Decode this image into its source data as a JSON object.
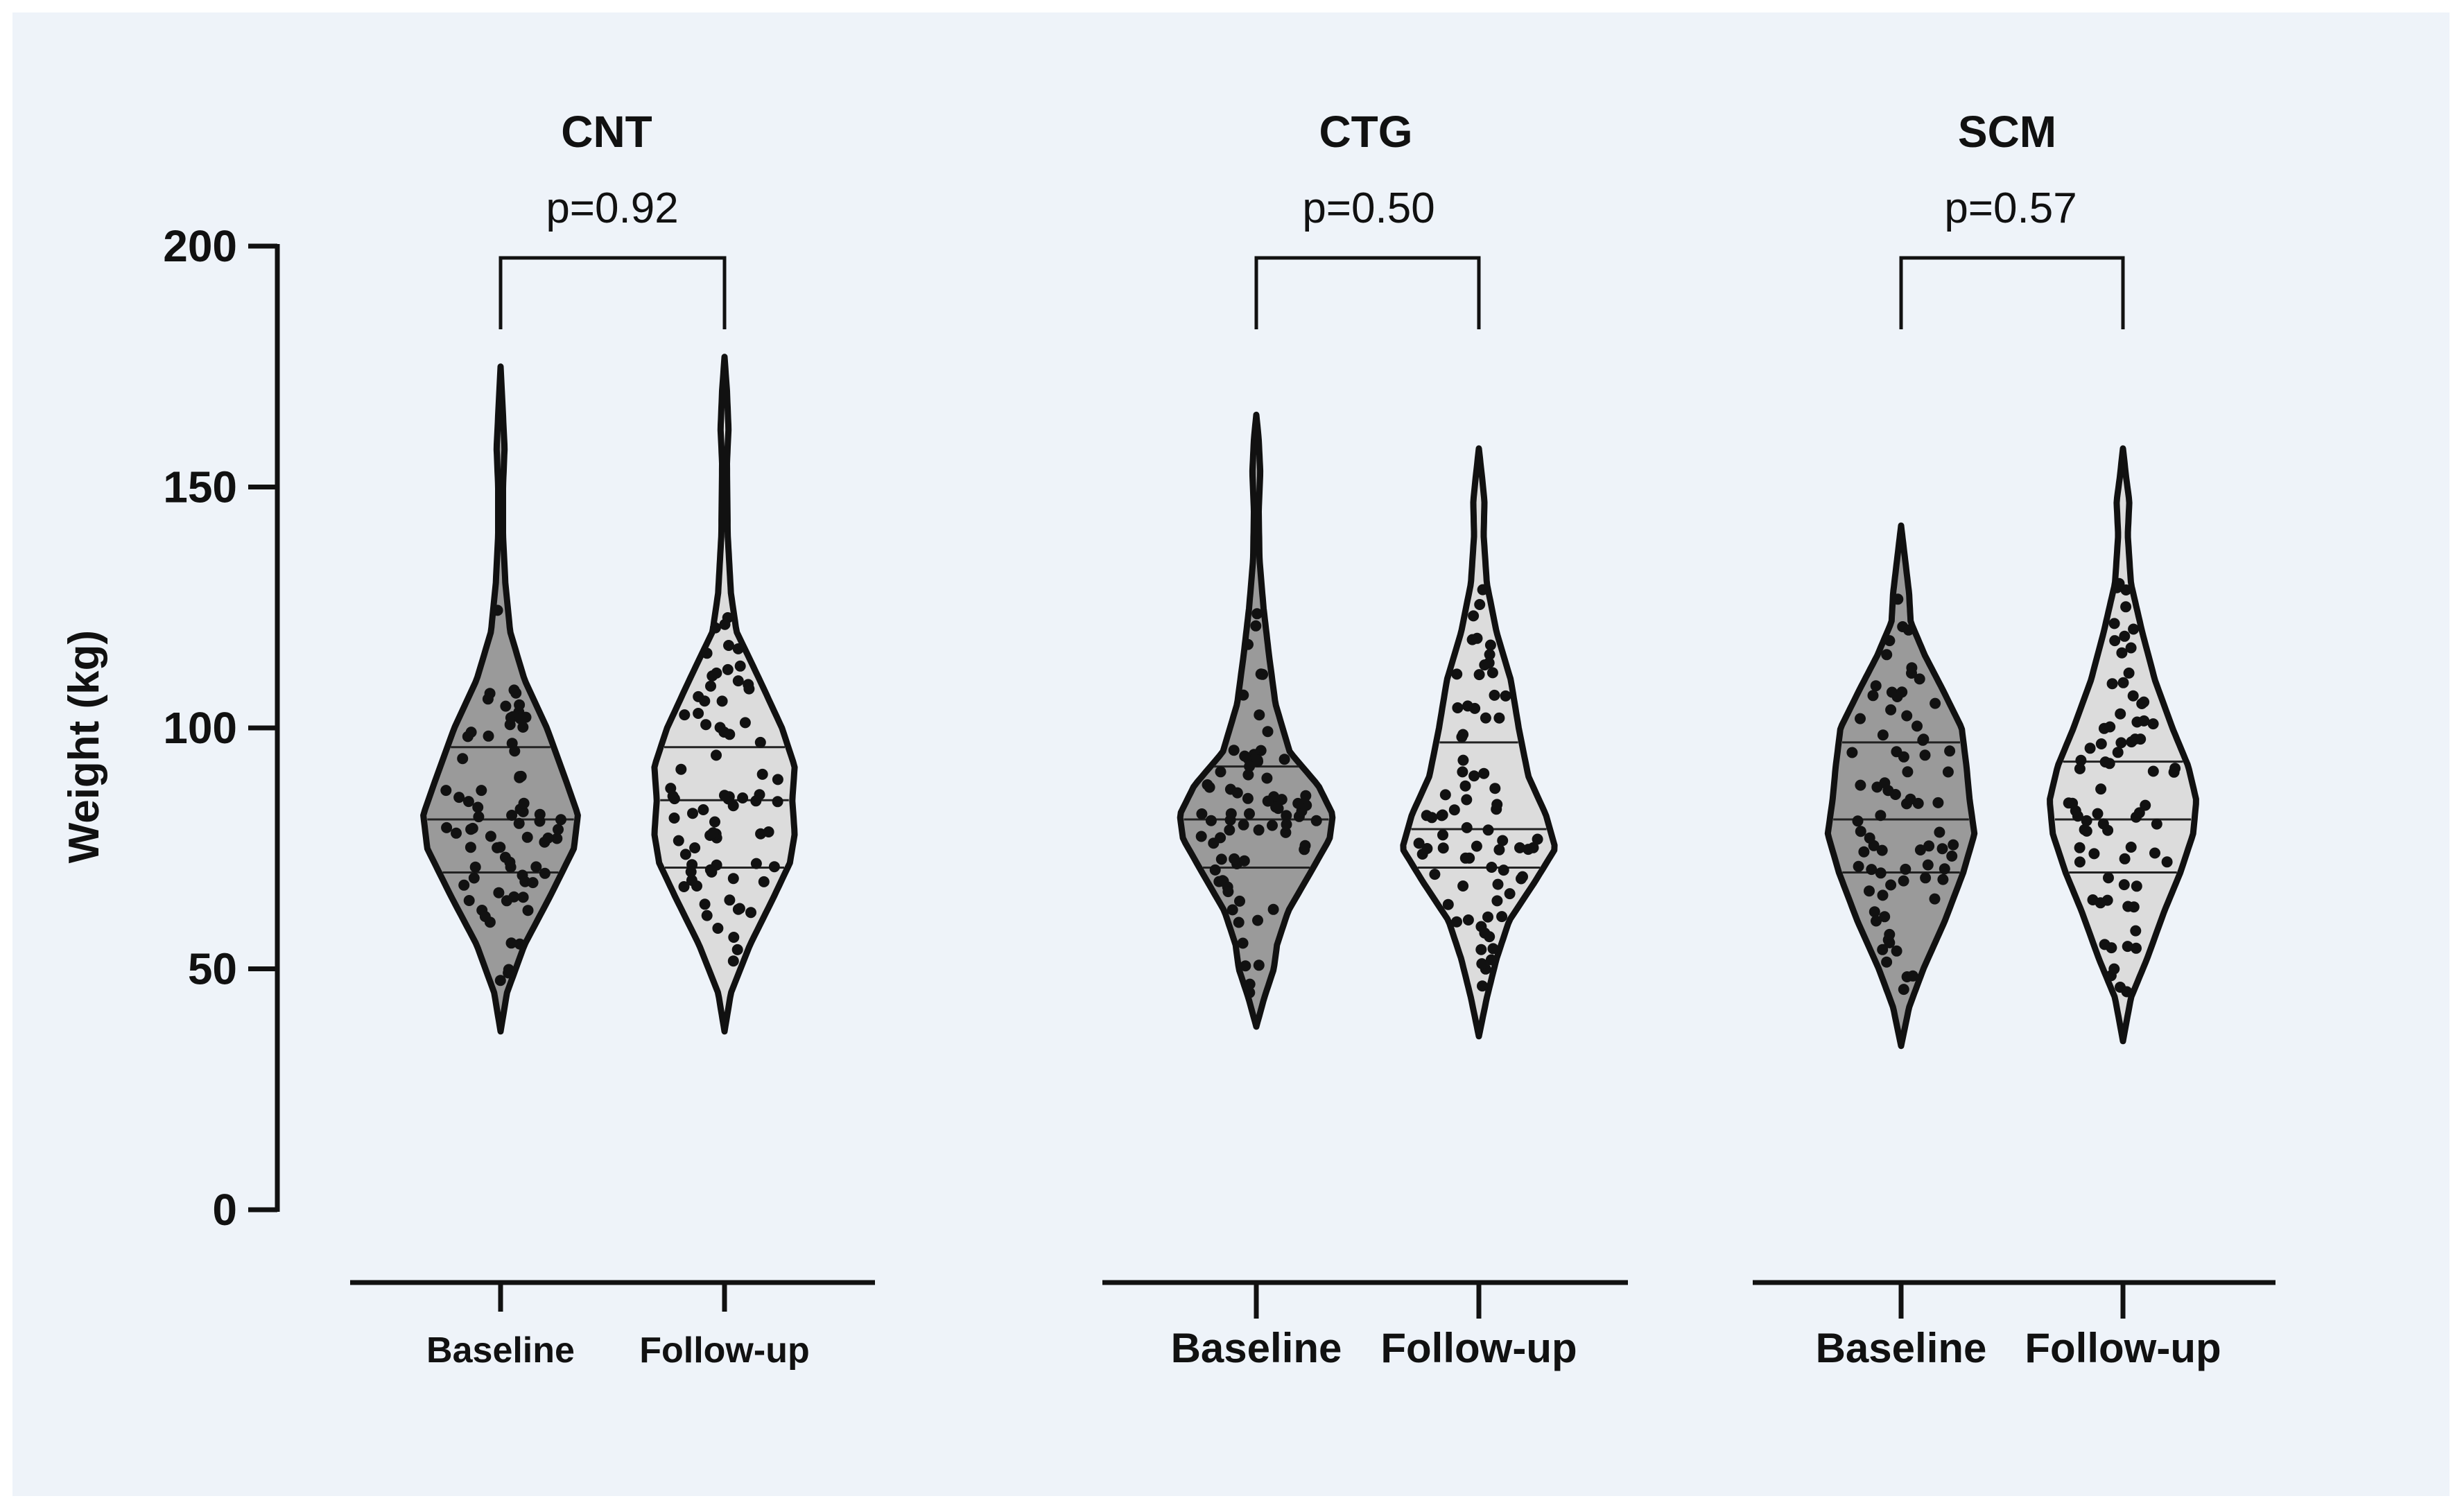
{
  "chart_data": {
    "type": "violin",
    "ylabel": "Weight (kg)",
    "ylim": [
      0,
      200
    ],
    "yticks": [
      "0",
      "50",
      "100",
      "150",
      "200"
    ],
    "yticks_values": [
      0,
      50,
      100,
      150,
      200
    ],
    "grid": false,
    "colors": {
      "background": "#eef3f9",
      "baseline_fill": "#9a9a9a",
      "followup_fill": "#dcdcdc",
      "outline": "#111111",
      "points": "#111111"
    },
    "groups": [
      {
        "title": "CNT",
        "pvalue": "p=0.92",
        "violins": [
          {
            "label": "Baseline",
            "min": 37,
            "max": 175,
            "q1": 70,
            "median": 81,
            "q3": 96,
            "shape": [
              [
                37,
                0.0
              ],
              [
                45,
                0.08
              ],
              [
                55,
                0.3
              ],
              [
                65,
                0.62
              ],
              [
                75,
                0.92
              ],
              [
                82,
                0.97
              ],
              [
                90,
                0.8
              ],
              [
                100,
                0.58
              ],
              [
                110,
                0.3
              ],
              [
                120,
                0.12
              ],
              [
                130,
                0.06
              ],
              [
                140,
                0.03
              ],
              [
                150,
                0.03
              ],
              [
                158,
                0.05
              ],
              [
                165,
                0.03
              ],
              [
                175,
                0.0
              ]
            ]
          },
          {
            "label": "Follow-up",
            "min": 37,
            "max": 177,
            "q1": 71,
            "median": 85,
            "q3": 96,
            "shape": [
              [
                37,
                0.0
              ],
              [
                45,
                0.08
              ],
              [
                55,
                0.32
              ],
              [
                65,
                0.62
              ],
              [
                72,
                0.82
              ],
              [
                78,
                0.88
              ],
              [
                85,
                0.85
              ],
              [
                92,
                0.88
              ],
              [
                100,
                0.72
              ],
              [
                110,
                0.44
              ],
              [
                120,
                0.15
              ],
              [
                128,
                0.08
              ],
              [
                140,
                0.04
              ],
              [
                155,
                0.03
              ],
              [
                162,
                0.05
              ],
              [
                170,
                0.03
              ],
              [
                177,
                0.0
              ]
            ]
          }
        ]
      },
      {
        "title": "CTG",
        "pvalue": "p=0.50",
        "violins": [
          {
            "label": "Baseline",
            "min": 38,
            "max": 165,
            "q1": 71,
            "median": 81,
            "q3": 92,
            "shape": [
              [
                38,
                0.0
              ],
              [
                44,
                0.1
              ],
              [
                50,
                0.22
              ],
              [
                55,
                0.26
              ],
              [
                62,
                0.4
              ],
              [
                70,
                0.68
              ],
              [
                77,
                0.92
              ],
              [
                82,
                0.96
              ],
              [
                88,
                0.78
              ],
              [
                95,
                0.42
              ],
              [
                105,
                0.24
              ],
              [
                115,
                0.16
              ],
              [
                125,
                0.09
              ],
              [
                135,
                0.04
              ],
              [
                145,
                0.03
              ],
              [
                153,
                0.05
              ],
              [
                160,
                0.03
              ],
              [
                165,
                0.0
              ]
            ]
          },
          {
            "label": "Follow-up",
            "min": 36,
            "max": 158,
            "q1": 71,
            "median": 79,
            "q3": 97,
            "shape": [
              [
                36,
                0.0
              ],
              [
                44,
                0.1
              ],
              [
                52,
                0.22
              ],
              [
                60,
                0.38
              ],
              [
                68,
                0.7
              ],
              [
                75,
                0.96
              ],
              [
                82,
                0.84
              ],
              [
                90,
                0.62
              ],
              [
                100,
                0.5
              ],
              [
                110,
                0.4
              ],
              [
                120,
                0.22
              ],
              [
                130,
                0.1
              ],
              [
                140,
                0.06
              ],
              [
                147,
                0.07
              ],
              [
                152,
                0.04
              ],
              [
                158,
                0.0
              ]
            ]
          }
        ]
      },
      {
        "title": "SCM",
        "pvalue": "p=0.57",
        "violins": [
          {
            "label": "Baseline",
            "min": 34,
            "max": 142,
            "q1": 70,
            "median": 81,
            "q3": 97,
            "shape": [
              [
                34,
                0.0
              ],
              [
                42,
                0.1
              ],
              [
                50,
                0.28
              ],
              [
                60,
                0.55
              ],
              [
                70,
                0.78
              ],
              [
                78,
                0.92
              ],
              [
                85,
                0.86
              ],
              [
                92,
                0.82
              ],
              [
                100,
                0.76
              ],
              [
                108,
                0.52
              ],
              [
                115,
                0.3
              ],
              [
                122,
                0.12
              ],
              [
                128,
                0.1
              ],
              [
                135,
                0.05
              ],
              [
                142,
                0.0
              ]
            ]
          },
          {
            "label": "Follow-up",
            "min": 35,
            "max": 158,
            "q1": 70,
            "median": 81,
            "q3": 93,
            "shape": [
              [
                35,
                0.0
              ],
              [
                44,
                0.1
              ],
              [
                52,
                0.3
              ],
              [
                62,
                0.52
              ],
              [
                70,
                0.72
              ],
              [
                78,
                0.88
              ],
              [
                85,
                0.92
              ],
              [
                92,
                0.82
              ],
              [
                100,
                0.62
              ],
              [
                110,
                0.4
              ],
              [
                120,
                0.24
              ],
              [
                130,
                0.1
              ],
              [
                140,
                0.06
              ],
              [
                147,
                0.08
              ],
              [
                152,
                0.04
              ],
              [
                158,
                0.0
              ]
            ]
          }
        ]
      }
    ]
  }
}
